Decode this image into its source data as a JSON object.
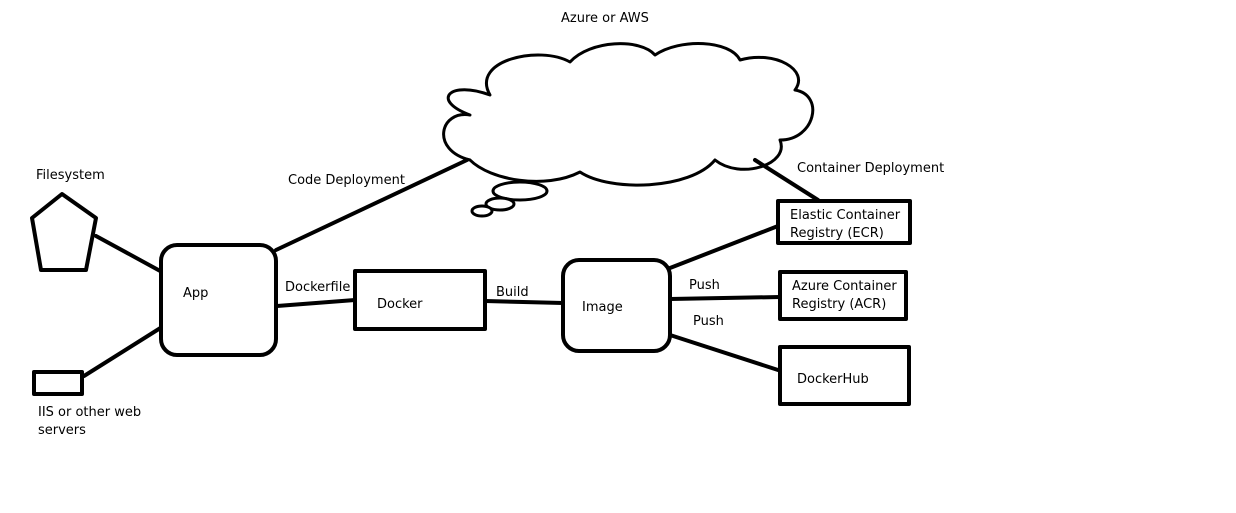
{
  "labels": {
    "cloud_title": "Azure or AWS",
    "filesystem": "Filesystem",
    "iis": "IIS or other web servers",
    "code_deployment": "Code Deployment",
    "container_deployment": "Container Deployment",
    "app": "App",
    "dockerfile": "Dockerfile",
    "docker": "Docker",
    "build": "Build",
    "image": "Image",
    "push_acr": "Push",
    "push_dockerhub": "Push",
    "ecr": "Elastic Container Registry (ECR)",
    "acr": "Azure Container Registry (ACR)",
    "dockerhub": "DockerHub"
  },
  "colors": {
    "stroke": "#000000",
    "background": "#ffffff"
  }
}
